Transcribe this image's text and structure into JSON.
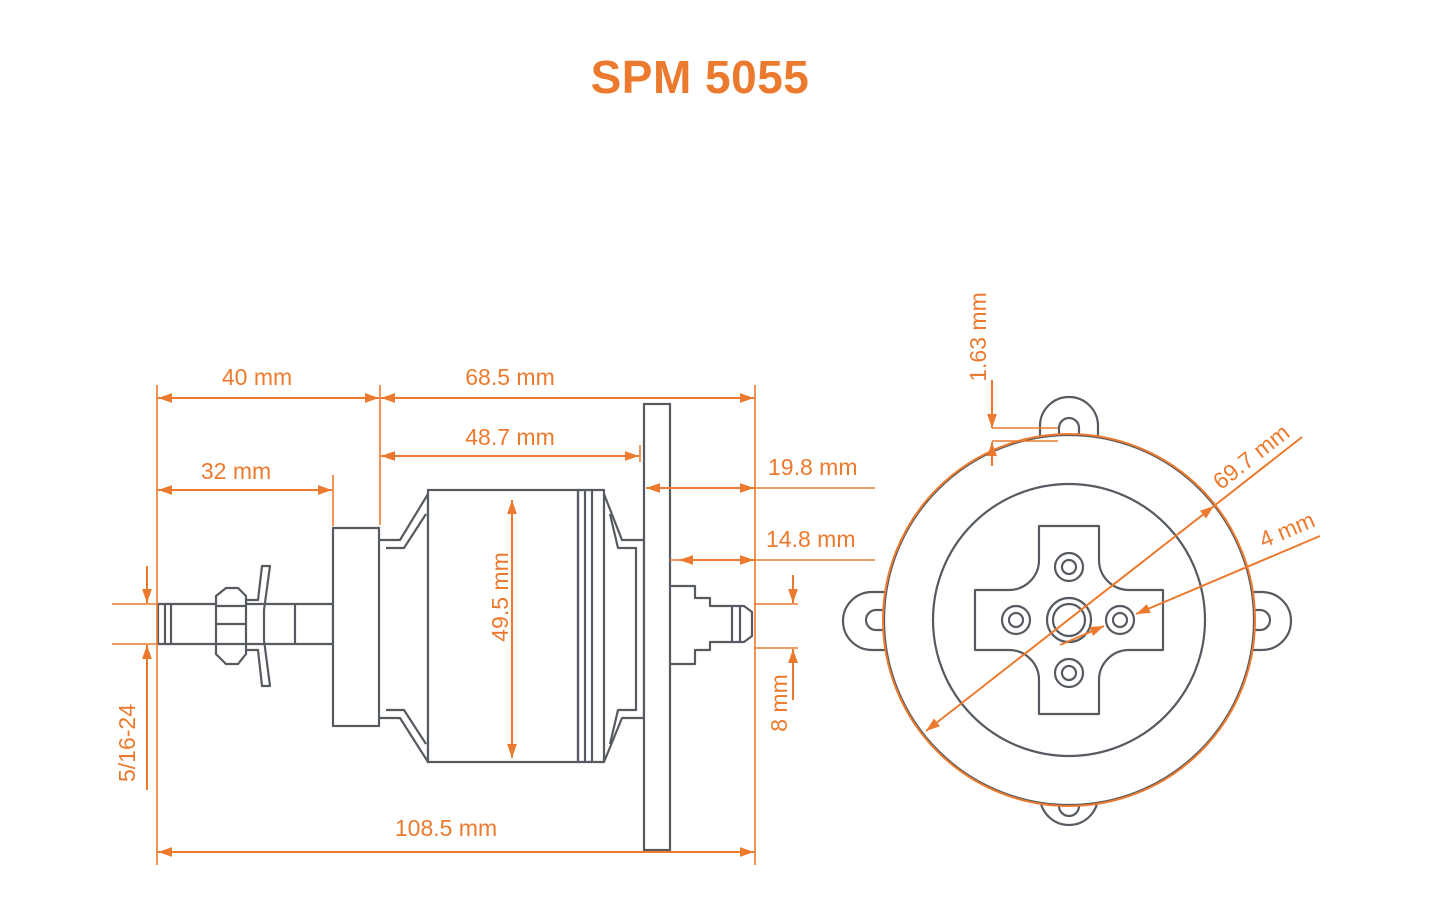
{
  "title": "SPM 5055",
  "colors": {
    "accent": "#ec7a2e",
    "line": "#555b61",
    "background": "#ffffff"
  },
  "labels": {
    "d40": "40 mm",
    "d685": "68.5 mm",
    "d487": "48.7 mm",
    "d32": "32 mm",
    "d198": "19.8 mm",
    "d148": "14.8 mm",
    "d495": "49.5 mm",
    "d8": "8 mm",
    "thread": "5/16-24",
    "d1085": "108.5 mm",
    "d163": "1.63 mm",
    "d697": "69.7 mm",
    "d4": "4 mm"
  }
}
